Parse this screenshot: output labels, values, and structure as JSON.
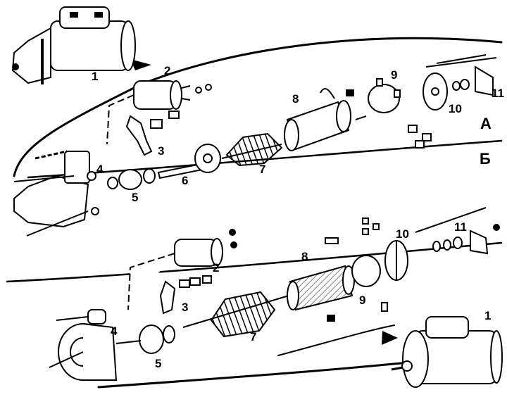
{
  "sections": [
    {
      "label": "А",
      "callouts": [
        "1",
        "2",
        "3",
        "4",
        "5",
        "6",
        "7",
        "8",
        "9",
        "10",
        "11"
      ]
    },
    {
      "label": "Б",
      "callouts": [
        "1",
        "2",
        "3",
        "4",
        "5",
        "7",
        "8",
        "9",
        "10",
        "11"
      ]
    }
  ],
  "colors": {
    "ink": "#000000",
    "paper": "#ffffff",
    "hatch": "#555555"
  }
}
